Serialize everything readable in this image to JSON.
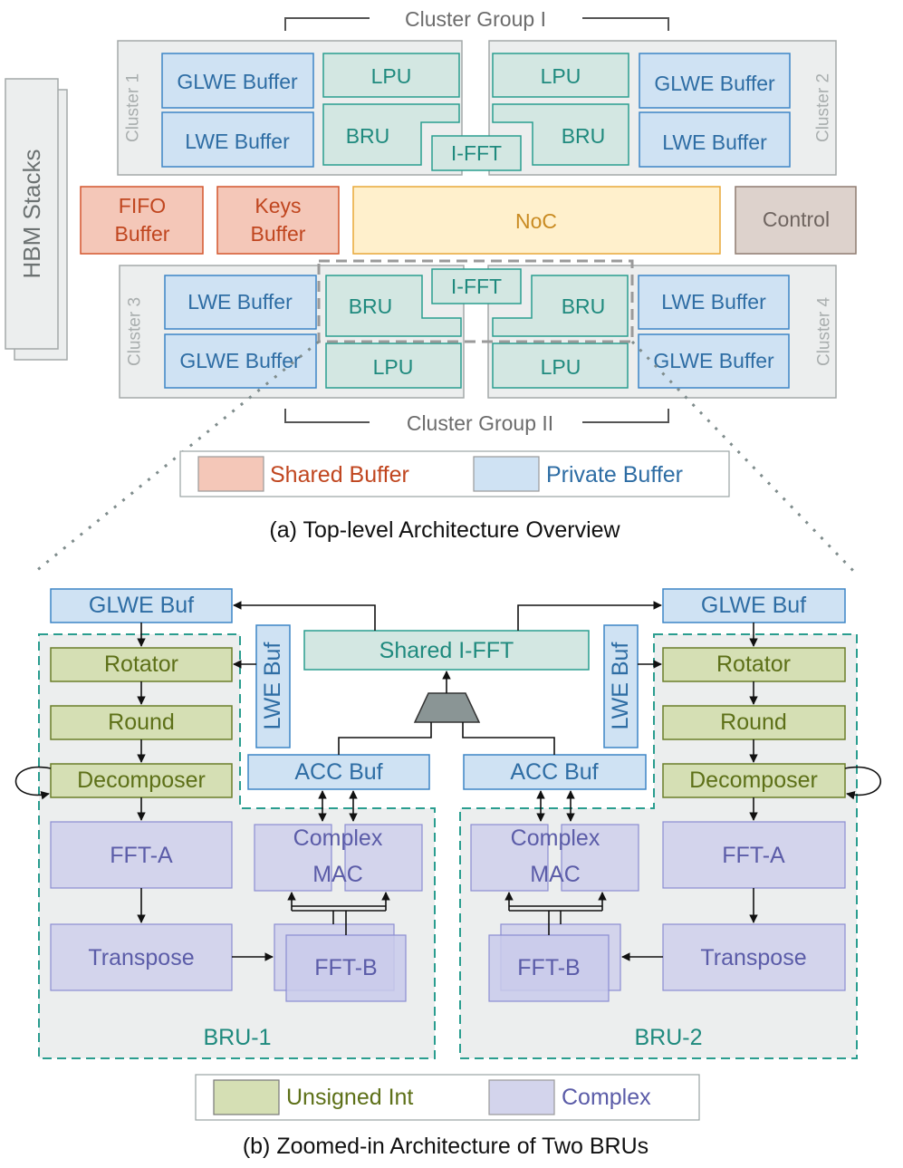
{
  "top": {
    "hbm_label": "HBM Stacks",
    "cluster_group_1": "Cluster Group I",
    "cluster_group_2": "Cluster Group II",
    "cluster_1": "Cluster 1",
    "cluster_2": "Cluster 2",
    "cluster_3": "Cluster 3",
    "cluster_4": "Cluster 4",
    "glwe_buffer": "GLWE Buffer",
    "lwe_buffer": "LWE Buffer",
    "lpu": "LPU",
    "bru": "BRU",
    "iftt": "I-FFT",
    "fifo_line1": "FIFO",
    "fifo_line2": "Buffer",
    "keys_line1": "Keys",
    "keys_line2": "Buffer",
    "noc": "NoC",
    "control": "Control",
    "legend_shared": "Shared Buffer",
    "legend_private": "Private Buffer",
    "caption": "(a) Top-level Architecture Overview"
  },
  "bottom": {
    "glwe_buf": "GLWE Buf",
    "lwe_buf": "LWE Buf",
    "shared_ifft": "Shared I-FFT",
    "acc_buf": "ACC Buf",
    "rotator": "Rotator",
    "round": "Round",
    "decomposer": "Decomposer",
    "fft_a": "FFT-A",
    "transpose": "Transpose",
    "complex_line1": "Complex",
    "complex_line2": "MAC",
    "fft_b": "FFT-B",
    "bru1": "BRU-1",
    "bru2": "BRU-2",
    "legend_uint": "Unsigned Int",
    "legend_complex": "Complex",
    "caption": "(b) Zoomed-in Architecture of Two BRUs"
  },
  "colors": {
    "private_fill": "#cfe2f3",
    "private_stroke": "#3d85c6",
    "private_text": "#2e6da4",
    "shared_fill": "#f4c7b8",
    "shared_stroke": "#d4572e",
    "shared_text": "#c0461f",
    "teal_fill": "#d3e7e2",
    "teal_stroke": "#2a9d8f",
    "teal_text": "#1f8a7e",
    "noc_fill": "#fff0cc",
    "noc_stroke": "#e9a93a",
    "noc_text": "#c98b22",
    "control_fill": "#ddd2cc",
    "control_stroke": "#8f7c71",
    "uint_fill": "#d5dfb4",
    "uint_stroke": "#6b7f2a",
    "uint_text": "#5d7018",
    "complex_fill": "#d3d4ec",
    "complex_stroke": "#8b8dd2",
    "complex_text": "#5b5ca8",
    "gray_fill": "#eceeee",
    "gray_stroke": "#a4a9a9"
  }
}
